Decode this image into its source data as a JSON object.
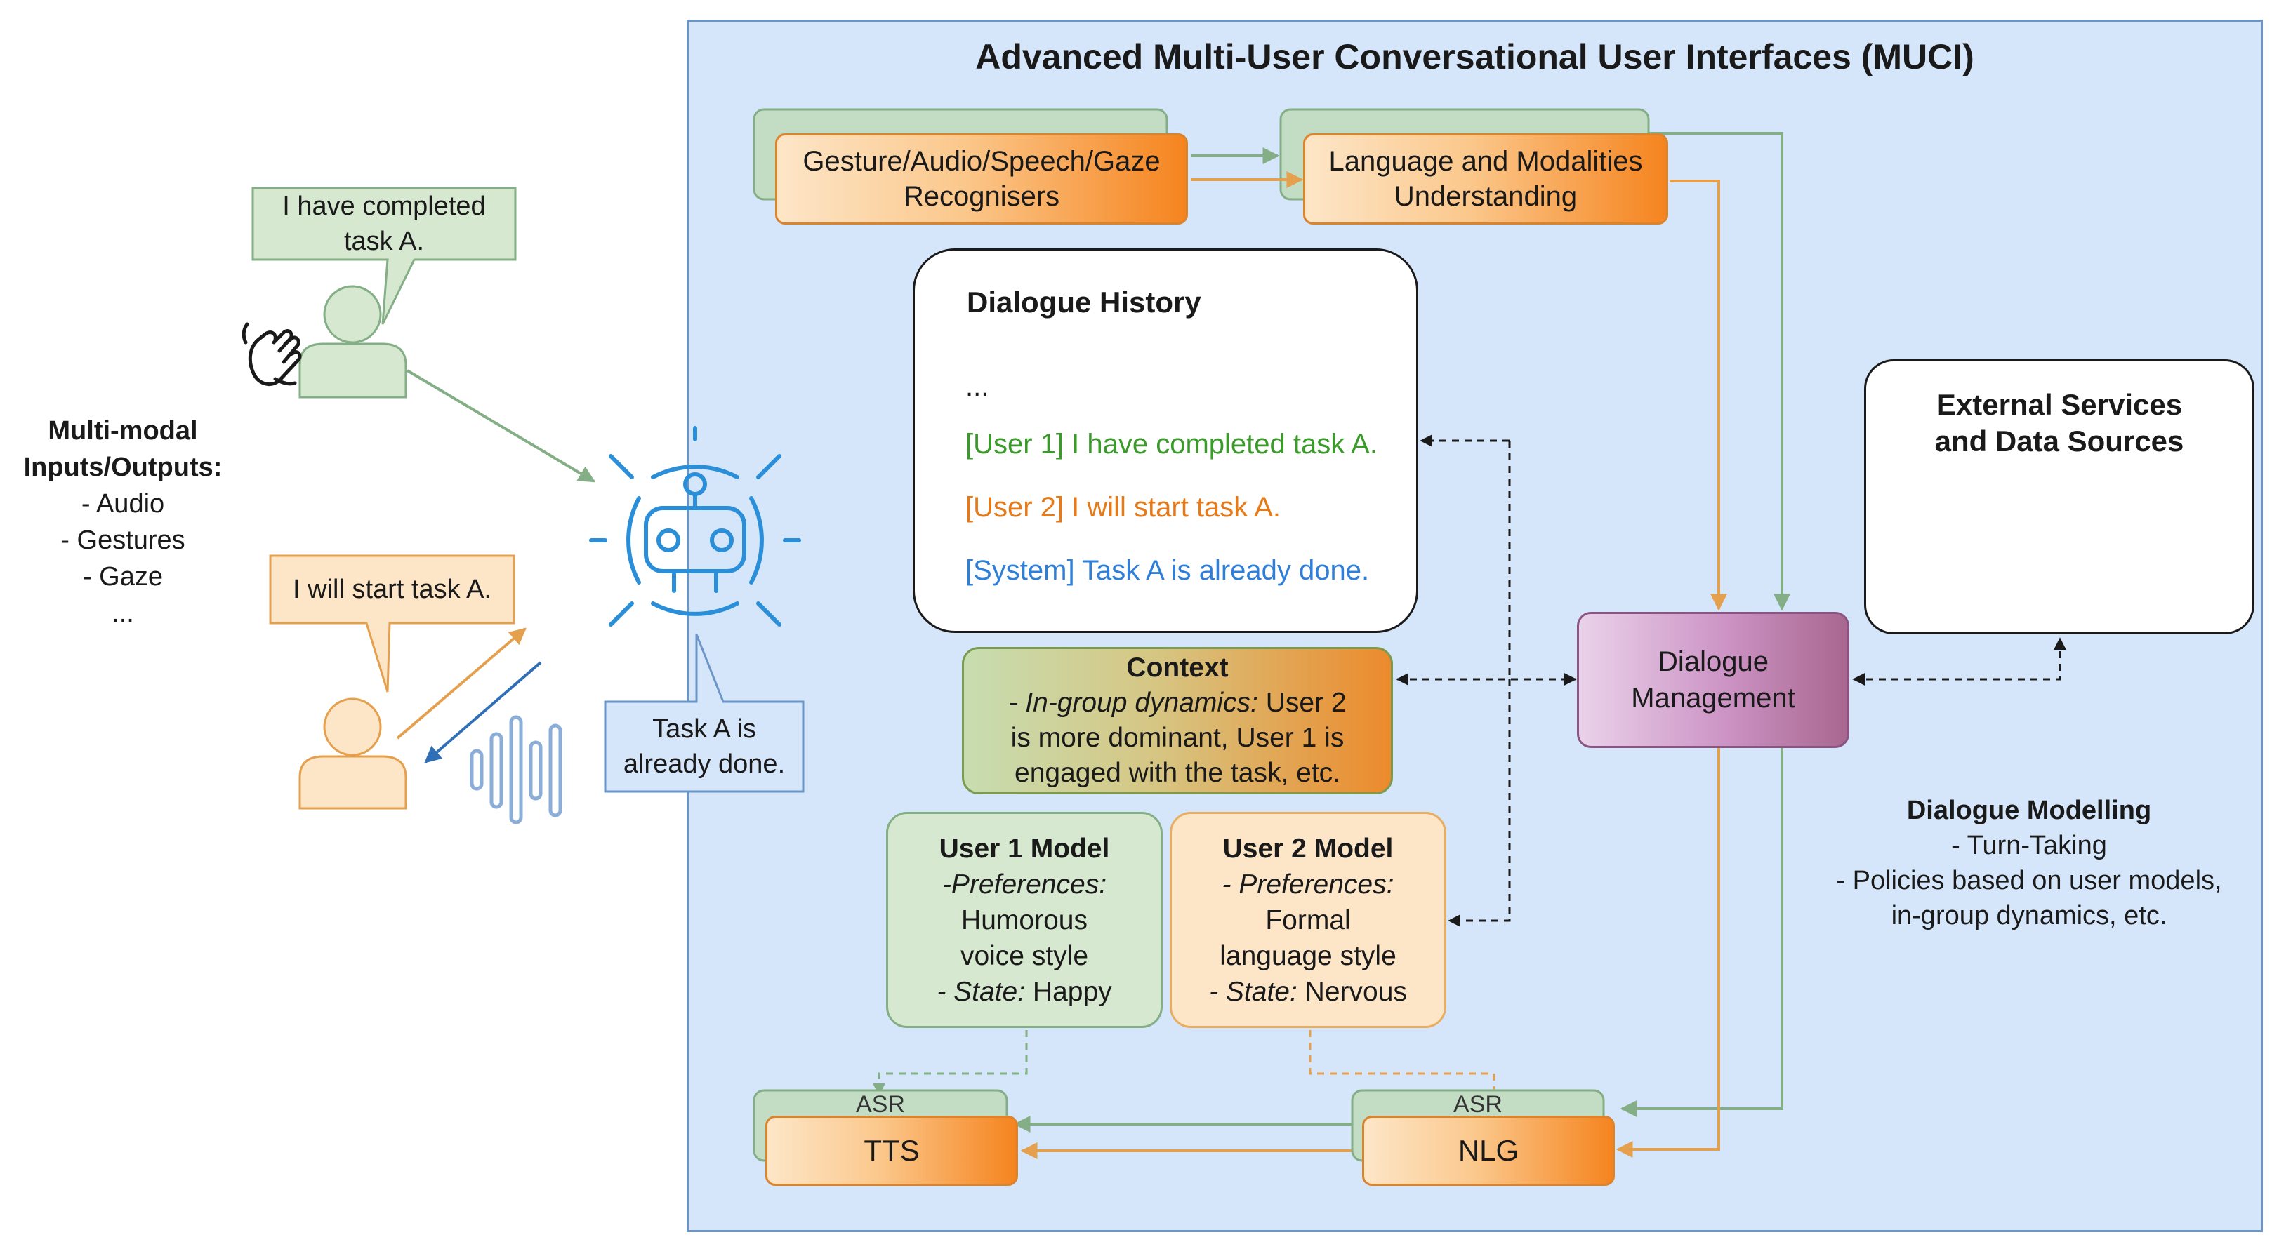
{
  "muci_title": "Advanced Multi-User Conversational User Interfaces (MUCI)",
  "io": {
    "title_line1": "Multi-modal",
    "title_line2": "Inputs/Outputs:",
    "items": [
      "- Audio",
      "- Gestures",
      "- Gaze",
      "..."
    ]
  },
  "user1_bubble": {
    "line1": "I have completed",
    "line2": "task A."
  },
  "user2_bubble": "I will start task A.",
  "system_bubble": {
    "line1": "Task A is",
    "line2": "already done."
  },
  "recognisers": {
    "line1": "Gesture/Audio/Speech/Gaze",
    "line2": "Recognisers"
  },
  "understanding": {
    "line1": "Language and Modalities",
    "line2": "Understanding"
  },
  "history": {
    "title": "Dialogue History",
    "ellipsis": "...",
    "user1": "[User 1]  I have completed task A.",
    "user2": "[User 2] I  will start task A.",
    "system": "[System] Task A is already done."
  },
  "external": {
    "line1": "External Services",
    "line2": "and Data Sources"
  },
  "dialogue_management": {
    "line1": "Dialogue",
    "line2": "Management"
  },
  "context": {
    "title": "Context",
    "line1_label": "- In-group dynamics:",
    "line1_rest": " User 2",
    "line2": "is more dominant, User 1 is",
    "line3": "engaged with the task, etc."
  },
  "user1_model": {
    "title": "User 1 Model",
    "pref_label": "-Preferences:",
    "pref_line1": "Humorous",
    "pref_line2": "voice style",
    "state_label": "- State:",
    "state_value": " Happy"
  },
  "user2_model": {
    "title": "User 2 Model",
    "pref_label": "- Preferences:",
    "pref_line1": "Formal",
    "pref_line2": "language style",
    "state_label": "- State:",
    "state_value": " Nervous"
  },
  "modelling": {
    "title": "Dialogue Modelling",
    "line1": "- Turn-Taking",
    "line2": "- Policies based on user models,",
    "line3": "in-group dynamics, etc."
  },
  "tts": {
    "back_label": "ASR",
    "label": "TTS"
  },
  "nlg": {
    "back_label": "ASR",
    "label": "NLG"
  },
  "colors": {
    "frame_fill": "#d6e6fa",
    "green": "#84ae86",
    "orange": "#e5a04e",
    "purple": "#a8678f",
    "robot_blue": "#2a8fd8",
    "user1_text": "#3a9a2a",
    "user2_text": "#e67a18",
    "system_text": "#2f7fd8"
  }
}
